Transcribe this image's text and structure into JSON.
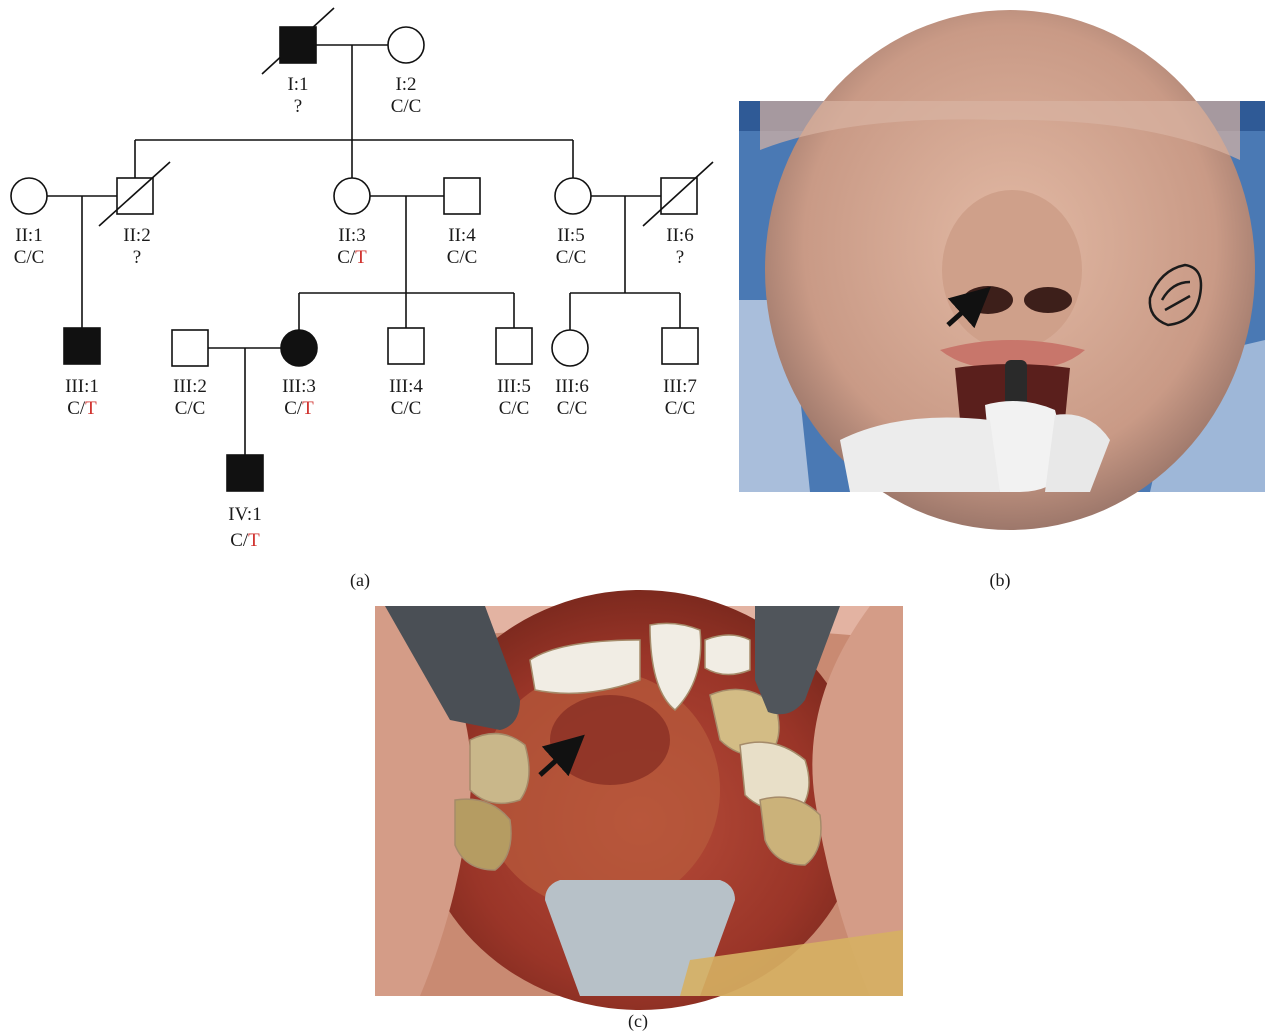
{
  "panels": {
    "a": {
      "caption": "(a)"
    },
    "b": {
      "caption": "(b)"
    },
    "c": {
      "caption": "(c)"
    }
  },
  "pedigree": {
    "individuals": [
      {
        "id": "I:1",
        "genotype": "?",
        "sex": "male",
        "affected": true,
        "deceased": true
      },
      {
        "id": "I:2",
        "genotype": "C/C",
        "sex": "female",
        "affected": false,
        "deceased": false
      },
      {
        "id": "II:1",
        "genotype": "C/C",
        "sex": "female",
        "affected": false,
        "deceased": false
      },
      {
        "id": "II:2",
        "genotype": "?",
        "sex": "male",
        "affected": false,
        "deceased": true
      },
      {
        "id": "II:3",
        "genotype": "C/",
        "variant": "T",
        "sex": "female",
        "affected": false,
        "deceased": false
      },
      {
        "id": "II:4",
        "genotype": "C/C",
        "sex": "male",
        "affected": false,
        "deceased": false
      },
      {
        "id": "II:5",
        "genotype": "C/C",
        "sex": "female",
        "affected": false,
        "deceased": false
      },
      {
        "id": "II:6",
        "genotype": "?",
        "sex": "male",
        "affected": false,
        "deceased": true
      },
      {
        "id": "III:1",
        "genotype": "C/",
        "variant": "T",
        "sex": "male",
        "affected": true,
        "deceased": false
      },
      {
        "id": "III:2",
        "genotype": "C/C",
        "sex": "male",
        "affected": false,
        "deceased": false
      },
      {
        "id": "III:3",
        "genotype": "C/",
        "variant": "T",
        "sex": "female",
        "affected": true,
        "deceased": false
      },
      {
        "id": "III:4",
        "genotype": "C/C",
        "sex": "male",
        "affected": false,
        "deceased": false
      },
      {
        "id": "III:5",
        "genotype": "C/C",
        "sex": "male",
        "affected": false,
        "deceased": false
      },
      {
        "id": "III:6",
        "genotype": "C/C",
        "sex": "female",
        "affected": false,
        "deceased": false
      },
      {
        "id": "III:7",
        "genotype": "C/C",
        "sex": "male",
        "affected": false,
        "deceased": false
      },
      {
        "id": "IV:1",
        "genotype": "C/",
        "variant": "T",
        "sex": "male",
        "affected": true,
        "deceased": false
      }
    ],
    "colors": {
      "variant_text": "#d0312d",
      "affected_fill": "#111111"
    }
  }
}
